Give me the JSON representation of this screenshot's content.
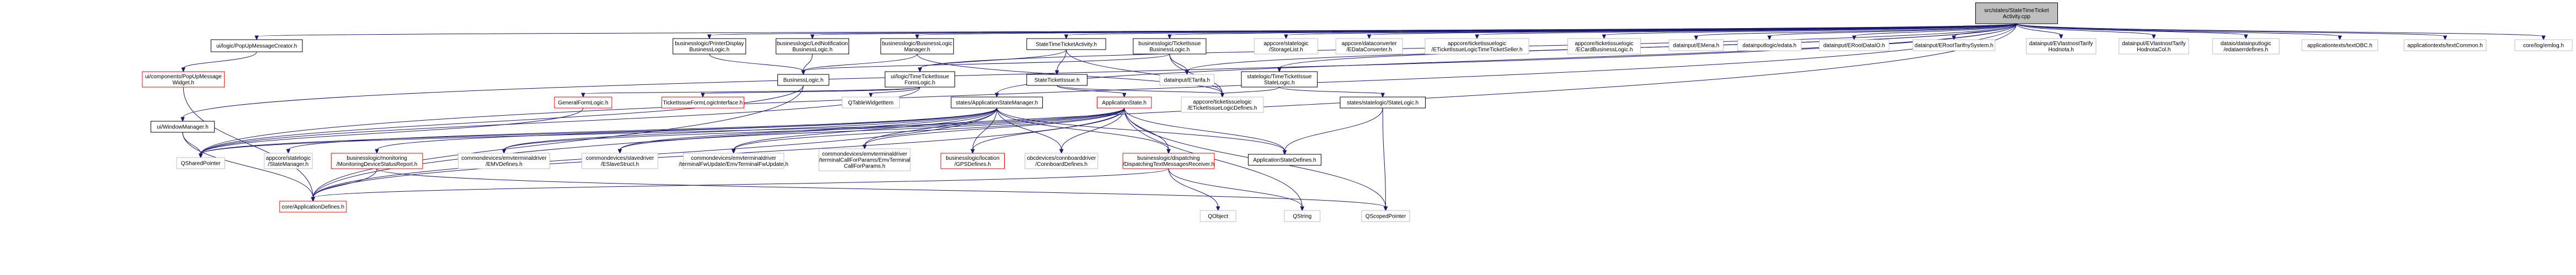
{
  "graph": {
    "title": "src/states/StateTimeTicketActivity.cpp include dependency graph",
    "colors": {
      "edge": "#191970",
      "root_fill": "#bfbfbf",
      "documented_border": "#000000",
      "undocumented_border": "#bfbfbf",
      "truncated_border": "#ff0000",
      "node_fill": "#ffffff"
    },
    "nodes": [
      {
        "id": "root",
        "label": [
          "src/states/StateTimeTicket",
          "Activity.cpp"
        ],
        "style": "root"
      },
      {
        "id": "popupcreator",
        "label": [
          "ui/logic/PopUpMessageCreator.h"
        ],
        "style": "doc"
      },
      {
        "id": "printerbl",
        "label": [
          "businesslogic/PrinterDisplay",
          "BusinessLogic.h"
        ],
        "style": "doc"
      },
      {
        "id": "ledbl",
        "label": [
          "businesslogic/LedNotification",
          "BusinessLogic.h"
        ],
        "style": "doc"
      },
      {
        "id": "blmanager",
        "label": [
          "businesslogic/BusinessLogic",
          "Manager.h"
        ],
        "style": "doc"
      },
      {
        "id": "sttah",
        "label": [
          "StateTimeTicketActivity.h"
        ],
        "style": "doc"
      },
      {
        "id": "ticketissuebl",
        "label": [
          "businesslogic/TicketIssue",
          "BusinessLogic.h"
        ],
        "style": "doc"
      },
      {
        "id": "storagelist",
        "label": [
          "appcore/statelogic",
          "/StorageList.h"
        ],
        "style": "ext"
      },
      {
        "id": "edataconv",
        "label": [
          "appcore/dataconverter",
          "/EDataConverter.h"
        ],
        "style": "ext"
      },
      {
        "id": "ettseller",
        "label": [
          "appcore/ticketissuelogic",
          "/ETicketIssueLogicTimeTicketSeller.h"
        ],
        "style": "ext"
      },
      {
        "id": "ecardbl",
        "label": [
          "appcore/ticketissuelogic",
          "/ECardBusinessLogic.h"
        ],
        "style": "ext"
      },
      {
        "id": "emena",
        "label": [
          "datainput/EMena.h"
        ],
        "style": "ext"
      },
      {
        "id": "edata",
        "label": [
          "datainputlogic/edata.h"
        ],
        "style": "ext"
      },
      {
        "id": "erootdataio",
        "label": [
          "datainput/ERootDataIO.h"
        ],
        "style": "ext"
      },
      {
        "id": "eroottarifny",
        "label": [
          "datainput/ERootTarifnySystem.h"
        ],
        "style": "ext"
      },
      {
        "id": "evlhodnota",
        "label": [
          "datainput/EVlastnostTarify",
          "Hodnota.h"
        ],
        "style": "ext"
      },
      {
        "id": "evlhodnotacol",
        "label": [
          "datainput/EVlastnostTarify",
          "HodnotaCol.h"
        ],
        "style": "ext"
      },
      {
        "id": "edataerr",
        "label": [
          "dataio/datainputlogic",
          "/edataerrdefines.h"
        ],
        "style": "ext"
      },
      {
        "id": "textobc",
        "label": [
          "applicationtexts/textOBC.h"
        ],
        "style": "ext"
      },
      {
        "id": "textcommon",
        "label": [
          "applicationtexts/textCommon.h"
        ],
        "style": "ext"
      },
      {
        "id": "emlog",
        "label": [
          "core/log/emlog.h"
        ],
        "style": "ext"
      },
      {
        "id": "popupwidget",
        "label": [
          "ui/components/PopUpMessage",
          "Widget.h"
        ],
        "style": "trunc"
      },
      {
        "id": "windowmanager",
        "label": [
          "ui/WindowManager.h"
        ],
        "style": "doc"
      },
      {
        "id": "businesslogic",
        "label": [
          "BusinessLogic.h"
        ],
        "style": "doc"
      },
      {
        "id": "ttformlogic",
        "label": [
          "ui/logic/TimeTicketIssue",
          "FormLogic.h"
        ],
        "style": "doc"
      },
      {
        "id": "stateticketissue",
        "label": [
          "StateTicketIssue.h"
        ],
        "style": "doc"
      },
      {
        "id": "etarifa",
        "label": [
          "datainput/ETarifa.h"
        ],
        "style": "ext"
      },
      {
        "id": "ttstatelogic",
        "label": [
          "statelogic/TimeTicketIssue",
          "StateLogic.h"
        ],
        "style": "doc"
      },
      {
        "id": "generalform",
        "label": [
          "GeneralFormLogic.h"
        ],
        "style": "trunc"
      },
      {
        "id": "ticketformif",
        "label": [
          "TicketIssueFormLogicInterface.h"
        ],
        "style": "trunc"
      },
      {
        "id": "qtablewidgetitem",
        "label": [
          "QTableWidgetItem"
        ],
        "style": "ext"
      },
      {
        "id": "appstatemanager",
        "label": [
          "states/ApplicationStateManager.h"
        ],
        "style": "doc"
      },
      {
        "id": "appstate",
        "label": [
          "ApplicationState.h"
        ],
        "style": "trunc"
      },
      {
        "id": "etilogicdefines",
        "label": [
          "appcore/ticketissuelogic",
          "/ETicketIssueLogicDefines.h"
        ],
        "style": "ext"
      },
      {
        "id": "statelogic",
        "label": [
          "states/statelogic/StateLogic.h"
        ],
        "style": "doc"
      },
      {
        "id": "qsharedpointer",
        "label": [
          "QSharedPointer"
        ],
        "style": "ext"
      },
      {
        "id": "statemanager",
        "label": [
          "appcore/statelogic",
          "/StateManager.h"
        ],
        "style": "ext"
      },
      {
        "id": "monitoring",
        "label": [
          "businesslogic/monitoring",
          "/MonitoringDeviceStatusReport.h"
        ],
        "style": "trunc"
      },
      {
        "id": "emvdefines",
        "label": [
          "commondevices/emvterminaldriver",
          "/EMVDefines.h"
        ],
        "style": "ext"
      },
      {
        "id": "eslavestruct",
        "label": [
          "commondevices/slavedriver",
          "/ESlaveStruct.h"
        ],
        "style": "ext"
      },
      {
        "id": "emvfwupdate",
        "label": [
          "commondevices/emvterminaldriver",
          "/terminalFwUpdate/EmvTerminalFwUpdate.h"
        ],
        "style": "ext"
      },
      {
        "id": "emvcallforparams",
        "label": [
          "commondevices/emvterminaldriver",
          "/terminalCallForParams/EmvTerminal",
          "CallForParams.h"
        ],
        "style": "ext"
      },
      {
        "id": "gpsdefines",
        "label": [
          "businesslogic/location",
          "/GPSDefines.h"
        ],
        "style": "trunc"
      },
      {
        "id": "connboard",
        "label": [
          "obcdevices/connboarddriver",
          "/ConnboardDefines.h"
        ],
        "style": "ext"
      },
      {
        "id": "dispatching",
        "label": [
          "businesslogic/dispatching",
          "/DispatchingTextMessagesReceiver.h"
        ],
        "style": "trunc"
      },
      {
        "id": "appstatedefines",
        "label": [
          "ApplicationStateDefines.h"
        ],
        "style": "doc"
      },
      {
        "id": "appdefines",
        "label": [
          "core/ApplicationDefines.h"
        ],
        "style": "trunc"
      },
      {
        "id": "qobject",
        "label": [
          "QObject"
        ],
        "style": "ext"
      },
      {
        "id": "qstring",
        "label": [
          "QString"
        ],
        "style": "ext"
      },
      {
        "id": "qscopedpointer",
        "label": [
          "QScopedPointer"
        ],
        "style": "ext"
      }
    ],
    "edges": [
      [
        "root",
        "popupcreator"
      ],
      [
        "root",
        "printerbl"
      ],
      [
        "root",
        "ledbl"
      ],
      [
        "root",
        "blmanager"
      ],
      [
        "root",
        "sttah"
      ],
      [
        "root",
        "ticketissuebl"
      ],
      [
        "root",
        "storagelist"
      ],
      [
        "root",
        "edataconv"
      ],
      [
        "root",
        "ettseller"
      ],
      [
        "root",
        "ecardbl"
      ],
      [
        "root",
        "emena"
      ],
      [
        "root",
        "edata"
      ],
      [
        "root",
        "erootdataio"
      ],
      [
        "root",
        "eroottarifny"
      ],
      [
        "root",
        "evlhodnota"
      ],
      [
        "root",
        "evlhodnotacol"
      ],
      [
        "root",
        "edataerr"
      ],
      [
        "root",
        "textobc"
      ],
      [
        "root",
        "textcommon"
      ],
      [
        "root",
        "emlog"
      ],
      [
        "root",
        "windowmanager"
      ],
      [
        "root",
        "ttformlogic"
      ],
      [
        "root",
        "etarifa"
      ],
      [
        "root",
        "ttstatelogic"
      ],
      [
        "root",
        "appstatemanager"
      ],
      [
        "root",
        "appdefines"
      ],
      [
        "root",
        "qsharedpointer"
      ],
      [
        "popupcreator",
        "popupwidget"
      ],
      [
        "popupwidget",
        "appdefines"
      ],
      [
        "printerbl",
        "businesslogic"
      ],
      [
        "ledbl",
        "businesslogic"
      ],
      [
        "blmanager",
        "businesslogic"
      ],
      [
        "blmanager",
        "etilogicdefines"
      ],
      [
        "ticketissuebl",
        "businesslogic"
      ],
      [
        "ticketissuebl",
        "etarifa"
      ],
      [
        "ticketissuebl",
        "etilogicdefines"
      ],
      [
        "sttah",
        "ttformlogic"
      ],
      [
        "sttah",
        "stateticketissue"
      ],
      [
        "sttah",
        "etilogicdefines"
      ],
      [
        "businesslogic",
        "qsharedpointer"
      ],
      [
        "businesslogic",
        "appdefines"
      ],
      [
        "ttformlogic",
        "generalform"
      ],
      [
        "ttformlogic",
        "ticketformif"
      ],
      [
        "ttformlogic",
        "qtablewidgetitem"
      ],
      [
        "ttformlogic",
        "qsharedpointer"
      ],
      [
        "stateticketissue",
        "appstate"
      ],
      [
        "stateticketissue",
        "etilogicdefines"
      ],
      [
        "ttstatelogic",
        "etilogicdefines"
      ],
      [
        "ttstatelogic",
        "statelogic"
      ],
      [
        "generalform",
        "qsharedpointer"
      ],
      [
        "windowmanager",
        "qsharedpointer"
      ],
      [
        "windowmanager",
        "appdefines"
      ],
      [
        "appstatemanager",
        "qsharedpointer"
      ],
      [
        "appstatemanager",
        "statemanager"
      ],
      [
        "appstatemanager",
        "monitoring"
      ],
      [
        "appstatemanager",
        "emvdefines"
      ],
      [
        "appstatemanager",
        "eslavestruct"
      ],
      [
        "appstatemanager",
        "emvfwupdate"
      ],
      [
        "appstatemanager",
        "emvcallforparams"
      ],
      [
        "appstatemanager",
        "gpsdefines"
      ],
      [
        "appstatemanager",
        "connboard"
      ],
      [
        "appstatemanager",
        "dispatching"
      ],
      [
        "appstatemanager",
        "appstatedefines"
      ],
      [
        "appstatemanager",
        "appdefines"
      ],
      [
        "appstate",
        "qsharedpointer"
      ],
      [
        "appstate",
        "emvdefines"
      ],
      [
        "appstate",
        "eslavestruct"
      ],
      [
        "appstate",
        "emvfwupdate"
      ],
      [
        "appstate",
        "emvcallforparams"
      ],
      [
        "appstate",
        "gpsdefines"
      ],
      [
        "appstate",
        "connboard"
      ],
      [
        "appstate",
        "dispatching"
      ],
      [
        "appstate",
        "appstatedefines"
      ],
      [
        "appstate",
        "qstring"
      ],
      [
        "appstate",
        "qscopedpointer"
      ],
      [
        "appstate",
        "appdefines"
      ],
      [
        "statelogic",
        "appstatedefines"
      ],
      [
        "statelogic",
        "qscopedpointer"
      ],
      [
        "monitoring",
        "appdefines"
      ],
      [
        "monitoring",
        "qscopedpointer"
      ],
      [
        "dispatching",
        "qobject"
      ],
      [
        "dispatching",
        "qstring"
      ],
      [
        "dispatching",
        "appdefines"
      ]
    ]
  }
}
